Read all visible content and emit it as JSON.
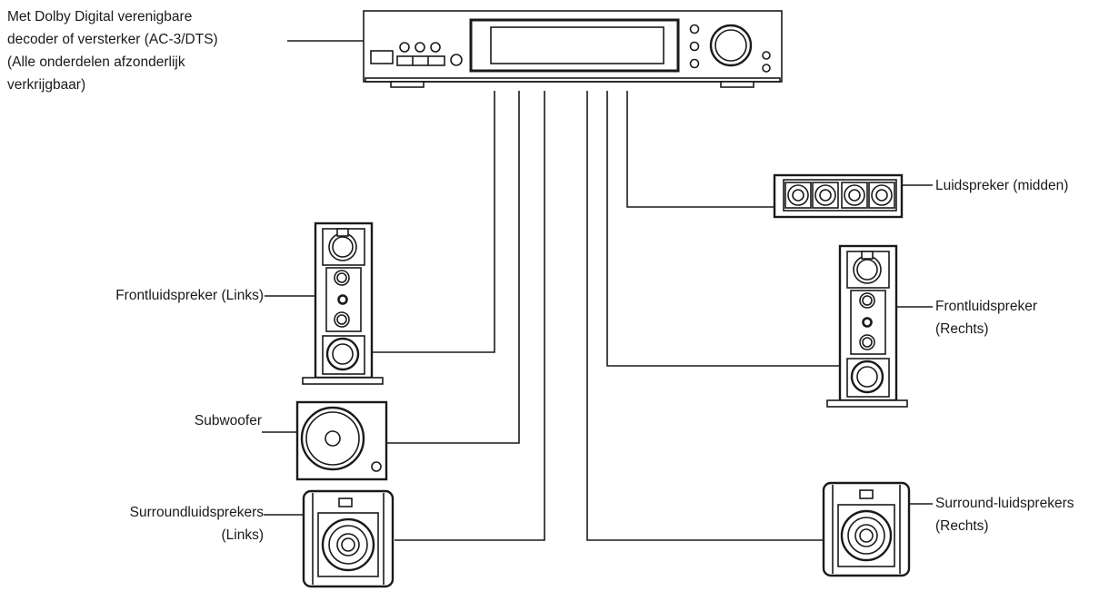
{
  "labels": {
    "decoder": [
      "Met Dolby Digital verenigbare",
      "decoder of versterker (AC-3/DTS)",
      "(Alle onderdelen afzonderlijk",
      "verkrijgbaar)"
    ],
    "front_left": "Frontluidspreker (Links)",
    "subwoofer": "Subwoofer",
    "surround_left": [
      "Surroundluidsprekers",
      "(Links)"
    ],
    "center": "Luidspreker (midden)",
    "front_right": [
      "Frontluidspreker",
      "(Rechts)"
    ],
    "surround_right": [
      "Surround-luidsprekers",
      "(Rechts)"
    ]
  }
}
